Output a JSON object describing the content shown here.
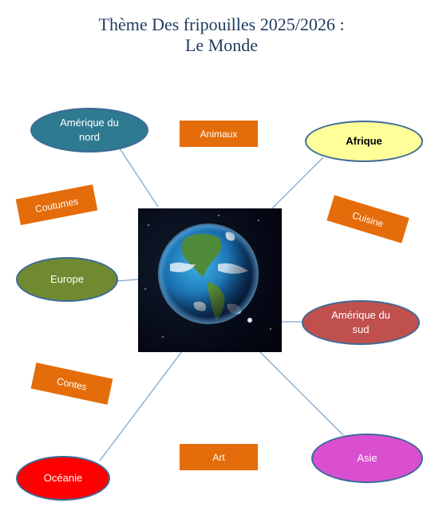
{
  "title": {
    "line1": "Thème   Des fripouilles 2025/2026 :",
    "line2": "Le Monde"
  },
  "continents": {
    "amerique_nord": "Amérique du nord",
    "afrique": "Afrique",
    "europe": "Europe",
    "amerique_sud": "Amérique du sud",
    "asie": "Asie",
    "oceanie": "Océanie"
  },
  "themes": {
    "animaux": "Animaux",
    "coutumes": "Coutumes",
    "cuisine": "Cuisine",
    "contes": "Contes",
    "art": "Art"
  },
  "colors": {
    "title": "#1f3a5f",
    "amerique_nord": "#2e7a90",
    "afrique": "#ffff99",
    "europe": "#6f8a30",
    "amerique_sud": "#c0504d",
    "asie": "#d94fcf",
    "oceanie": "#ff0000",
    "theme_box": "#e46c0a",
    "connector": "#7fa7c9"
  },
  "center_image": "earth-globe-icon"
}
